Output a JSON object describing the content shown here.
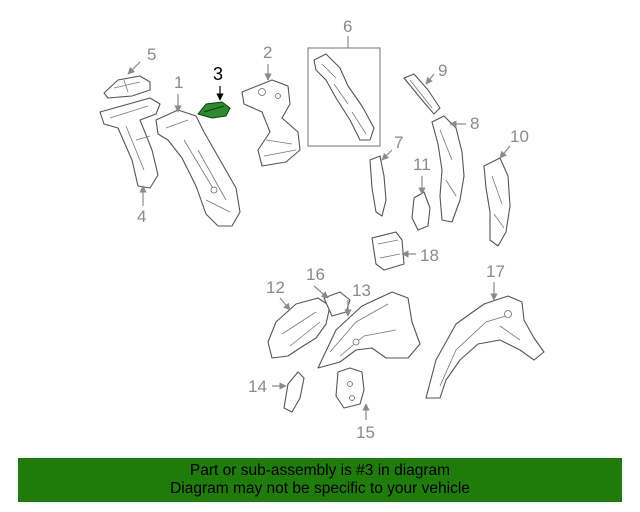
{
  "diagram": {
    "callouts": {
      "c1": "1",
      "c2": "2",
      "c3": "3",
      "c4": "4",
      "c5": "5",
      "c6": "6",
      "c7": "7",
      "c8": "8",
      "c9": "9",
      "c10": "10",
      "c11": "11",
      "c12": "12",
      "c13": "13",
      "c14": "14",
      "c15": "15",
      "c16": "16",
      "c17": "17",
      "c18": "18"
    },
    "highlighted_part": "3",
    "highlight_color": "#2f8a2f",
    "label_color": "#8a8a8a"
  },
  "banner": {
    "line1": "Part or sub-assembly is #3 in diagram",
    "line2": "Diagram may not be specific to your vehicle",
    "background": "#207c0a"
  }
}
